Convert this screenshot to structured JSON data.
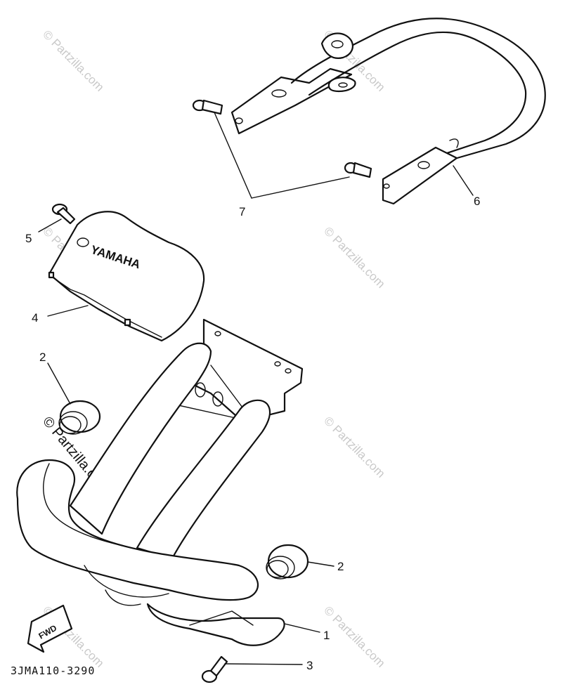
{
  "diagram": {
    "part_code": "3JMA110-3290",
    "emblem_text": "YAMAHA",
    "direction_label": "FWD",
    "watermark": "© Partzilla.com",
    "callouts": {
      "c1": "1",
      "c2a": "2",
      "c2b": "2",
      "c3": "3",
      "c4": "4",
      "c5": "5",
      "c6": "6",
      "c7": "7"
    }
  }
}
